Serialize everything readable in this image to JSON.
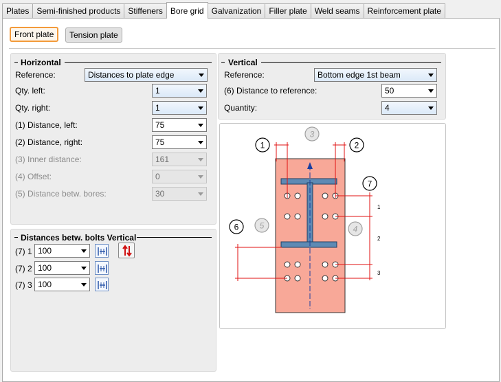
{
  "tabs": [
    "Plates",
    "Semi-finished products",
    "Stiffeners",
    "Bore grid",
    "Galvanization",
    "Filler plate",
    "Weld seams",
    "Reinforcement plate"
  ],
  "active_tab": "Bore grid",
  "plate_buttons": {
    "front": "Front plate",
    "tension": "Tension plate"
  },
  "horizontal": {
    "title": "Horizontal",
    "reference_label": "Reference:",
    "reference_value": "Distances to plate edge",
    "qty_left_label": "Qty. left:",
    "qty_left_value": "1",
    "qty_right_label": "Qty. right:",
    "qty_right_value": "1",
    "dist_left_label": "(1) Distance, left:",
    "dist_left_value": "75",
    "dist_right_label": "(2) Distance, right:",
    "dist_right_value": "75",
    "inner_label": "(3) Inner distance:",
    "inner_value": "161",
    "offset_label": "(4) Offset:",
    "offset_value": "0",
    "bores_label": "(5) Distance betw. bores:",
    "bores_value": "30"
  },
  "vertical": {
    "title": "Vertical",
    "reference_label": "Reference:",
    "reference_value": "Bottom edge 1st beam",
    "dist_label": "(6) Distance to reference:",
    "dist_value": "50",
    "qty_label": "Quantity:",
    "qty_value": "4"
  },
  "bolts_vertical": {
    "title": "Distances betw. bolts Vertical",
    "rows": [
      {
        "label": "(7) 1",
        "value": "100"
      },
      {
        "label": "(7) 2",
        "value": "100"
      },
      {
        "label": "(7) 3",
        "value": "100"
      }
    ]
  },
  "diagram": {
    "markers": [
      "1",
      "2",
      "3",
      "4",
      "5",
      "6",
      "7"
    ],
    "dim_labels": [
      "1",
      "2",
      "3"
    ],
    "colors": {
      "plate": "#f8a898",
      "beam": "#5e8ab4",
      "marker_dim": "#a0a0a0",
      "dim_line": "#e01010"
    }
  }
}
